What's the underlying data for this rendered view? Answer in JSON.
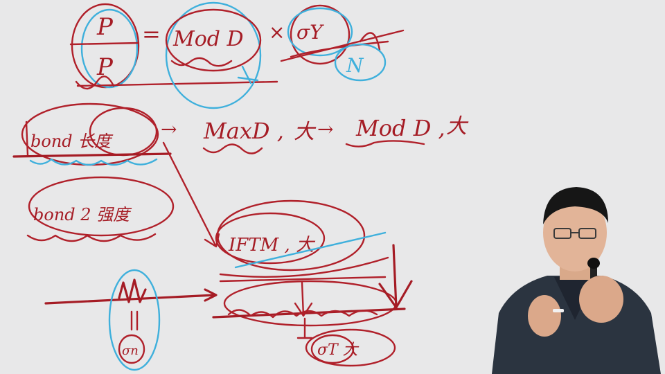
{
  "board": {
    "top": {
      "fraction_num": "P",
      "fraction_den": "P",
      "equals": "=",
      "term1": "Mod D",
      "times": "×",
      "term2": "σY",
      "term3": "N"
    },
    "row1": {
      "left": "bond 长度",
      "arrow1": "→",
      "term_a": "MaxD ,",
      "big_a": "大",
      "arrow2": "→",
      "term_b": "Mod D ,",
      "big_b": "大"
    },
    "row2": {
      "left": "bond 2 强度"
    },
    "row3": {
      "center": "IFTM , 大"
    },
    "bottom": {
      "left_node": "σn",
      "right_node": "σT 大"
    }
  },
  "colors": {
    "background": "#e8e8e9",
    "red_ink": "#b0202a",
    "blue_ink": "#3fb0dc"
  },
  "icons": [
    "microphone-icon"
  ]
}
